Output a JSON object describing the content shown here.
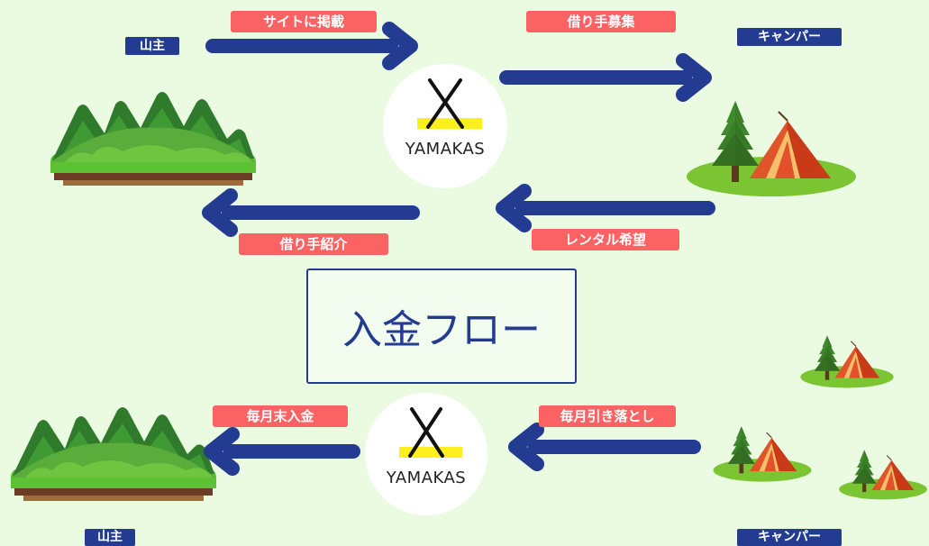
{
  "flow_top": {
    "owner_label": "山主",
    "camper_label": "キャンパー",
    "step_post": "サイトに掲載",
    "step_recruit": "借り手募集",
    "step_rental_request": "レンタル希望",
    "step_introduce": "借り手紹介",
    "logo_text": "YAMAKAS"
  },
  "title": "入金フロー",
  "flow_bottom": {
    "owner_label": "山主",
    "camper_label": "キャンパー",
    "step_month_end_payment": "毎月末入金",
    "step_monthly_debit": "毎月引き落とし",
    "logo_text": "YAMAKAS"
  },
  "colors": {
    "arrow": "#233c91",
    "label_red": "#fa6264",
    "label_blue": "#233c91",
    "background": "#eafbe1"
  }
}
